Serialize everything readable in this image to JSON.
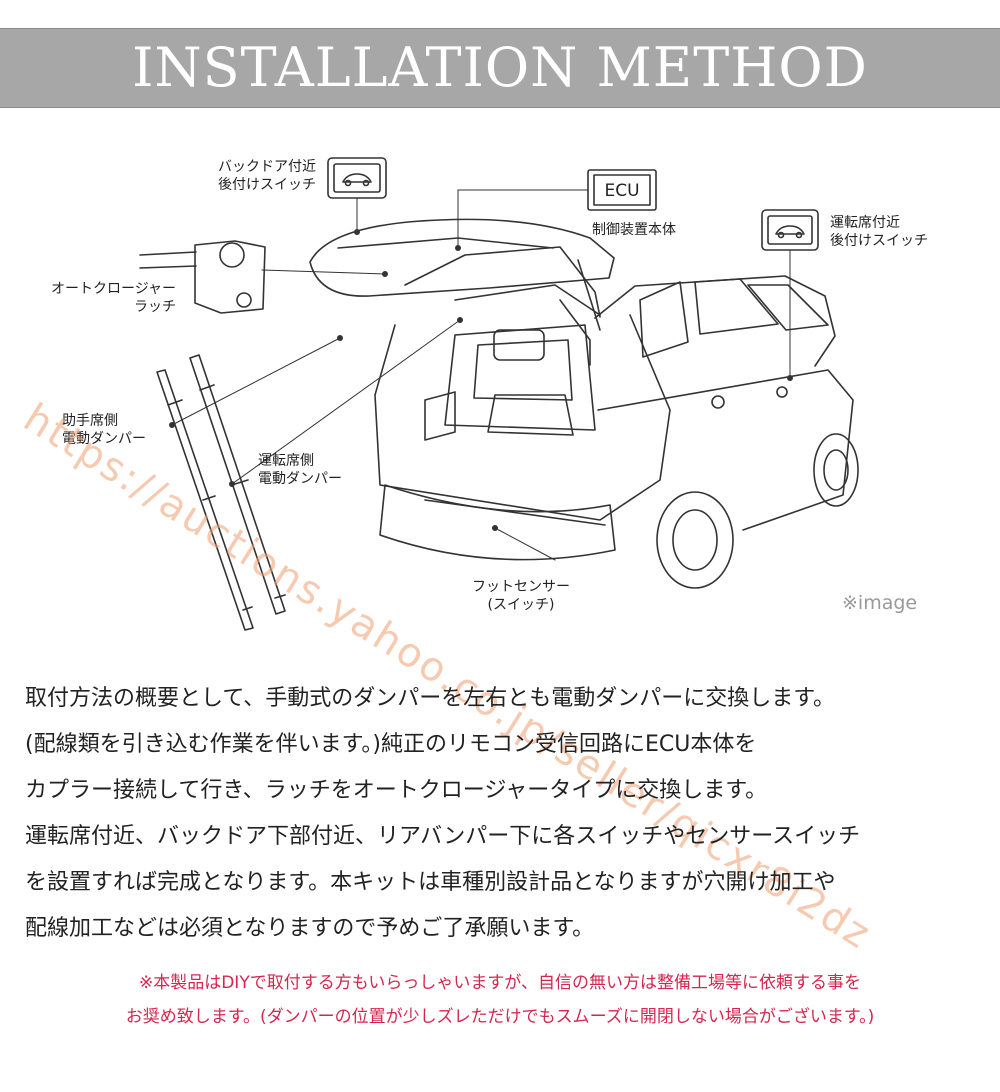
{
  "header": {
    "title": "INSTALLATION METHOD"
  },
  "diagram": {
    "labels": {
      "backdoor_switch": [
        "バックドア付近",
        "後付けスイッチ"
      ],
      "ecu": "ECU",
      "ecu_caption": "制御装置本体",
      "driver_switch": [
        "運転席付近",
        "後付けスイッチ"
      ],
      "latch": [
        "オートクロージャー",
        "ラッチ"
      ],
      "passenger_damper": [
        "助手席側",
        "電動ダンパー"
      ],
      "driver_damper": [
        "運転席側",
        "電動ダンパー"
      ],
      "foot_sensor": [
        "フットセンサー",
        "(スイッチ)"
      ]
    },
    "watermark": "https://auctions.yahoo.co.jp/seller/qicxr8i2dz",
    "image_note": "※image"
  },
  "description": [
    "取付方法の概要として、手動式のダンパーを左右とも電動ダンパーに交換します。",
    "(配線類を引き込む作業を伴います。)純正のリモコン受信回路にECU本体を",
    "カプラー接続して行き、ラッチをオートクロージャータイプに交換します。",
    "運転席付近、バックドア下部付近、リアバンパー下に各スイッチやセンサースイッチ",
    "を設置すれば完成となります。本キットは車種別設計品となりますが穴開け加工や",
    "配線加工などは必須となりますので予めご了承願います。"
  ],
  "notice": [
    "※本製品はDIYで取付する方もいらっしゃいますが、自信の無い方は整備工場等に依頼する事を",
    "お奨め致します。(ダンパーの位置が少しズレただけでもスムーズに開閉しない場合がございます。)"
  ],
  "colors": {
    "banner": "#a7a7a7",
    "notice": "#d6264f",
    "watermark": "#f0a070"
  }
}
